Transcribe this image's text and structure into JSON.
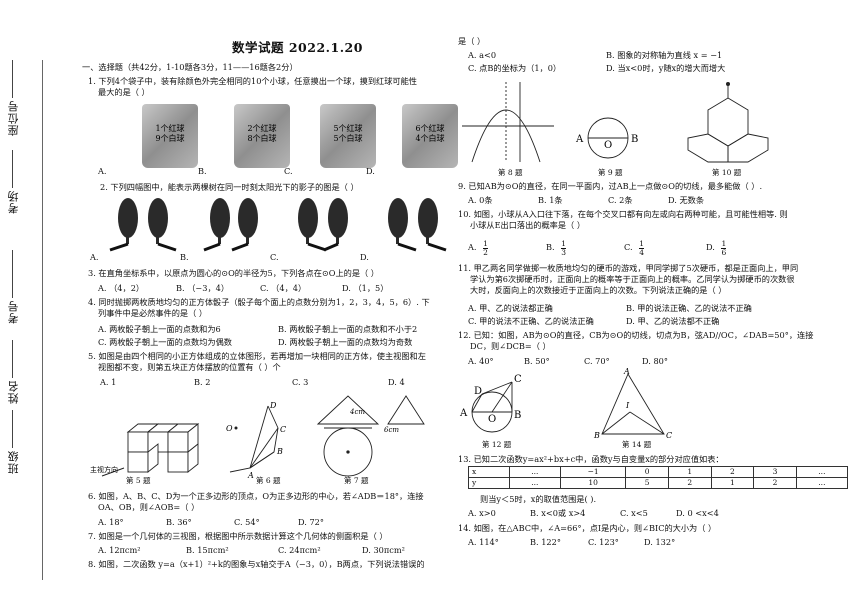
{
  "side": {
    "seat": "座位号",
    "room": "考场",
    "number": "考号",
    "name": "姓名",
    "class": "班级"
  },
  "title": "数学试题  2022.1.20",
  "section1": "一、选择题（共42分，1-10题各3分，11——16题各2分）",
  "q1": {
    "text1": "1. 下列4个袋子中，装有除颜色外完全相同的10个小球，任意摸出一个球，摸到红球可能性",
    "text2": "最大的是（    ）",
    "bags": [
      {
        "l1": "1个红球",
        "l2": "9个白球"
      },
      {
        "l1": "2个红球",
        "l2": "8个白球"
      },
      {
        "l1": "5个红球",
        "l2": "5个白球"
      },
      {
        "l1": "6个红球",
        "l2": "4个白球"
      }
    ],
    "opts": [
      "A.",
      "B.",
      "C.",
      "D."
    ]
  },
  "q2": {
    "text": "2. 下列四幅图中，能表示两棵树在同一时刻太阳光下的影子的图是（      ）",
    "opts": [
      "A.",
      "B.",
      "C.",
      "D."
    ]
  },
  "q3": {
    "text": "3. 在直角坐标系中，以原点为圆心的⊙O的半径为5，下列各点在⊙O上的是（    ）",
    "opts": [
      "A. （4，2）",
      "B. （−3，4）",
      "C. （4，4）",
      "D. （1，5）"
    ]
  },
  "q4": {
    "text1": "4. 同时抛掷两枚质地均匀的正方体骰子（骰子每个面上的点数分别为1，2，3，4，5，6）. 下",
    "text2": "列事件中是必然事件的是（    ）",
    "opts": [
      "A. 两枚骰子朝上一面的点数和为6",
      "B. 两枚骰子朝上一面的点数和不小于2",
      "C. 两枚骰子朝上一面的点数均为偶数",
      "D. 两枚骰子朝上一面的点数均为奇数"
    ]
  },
  "q5": {
    "text1": "5. 如图是由四个相同的小正方体组成的立体图形，若再增加一块相同的正方体，使主视图和左",
    "text2": "视图都不变，则第五块正方体摆放的位置有（    ）个",
    "opts": [
      "A. 1",
      "B. 2",
      "C. 3",
      "D. 4"
    ]
  },
  "figs_left": {
    "main_dir": "主视方向",
    "cap5": "第 5 题",
    "cap6": "第 6 题",
    "cap7": "第 7 题",
    "d4cm": "4cm",
    "d6cm": "6cm",
    "pA": "A",
    "pB": "B",
    "pC": "C",
    "pD": "D",
    "pO": "O"
  },
  "q6": {
    "text1": "6. 如图，A、B、C、D为一个正多边形的顶点，O为正多边形的中心，若∠ADB＝18°，连接",
    "text2": "OA、OB，则∠AOB=（      ）",
    "opts": [
      "A.  18°",
      "B.  36°",
      "C.  54°",
      "D. 72°"
    ]
  },
  "q7": {
    "text": "7. 如图是一个几何体的三视图，根据图中所示数据计算这个几何体的侧面积是（    ）",
    "opts": [
      "A. 12πcm²",
      "B. 15πcm²",
      "C. 24πcm²",
      "D. 30πcm²"
    ]
  },
  "q8": {
    "text": "8. 如图，二次函数 y=a（x+1）²+k的图象与x轴交于A（−3，0），B两点，下列说法错误的",
    "cont": "是（    ）",
    "opts": [
      "A.  a<0",
      "B. 图象的对称轴为直线 x = −1",
      "C. 点B的坐标为（1，0）",
      "D. 当x<0时，y随x的增大而增大"
    ]
  },
  "figs_right": {
    "cap8": "第 8 题",
    "cap9": "第 9 题",
    "cap10": "第 10 题",
    "cap12": "第 12 题",
    "cap14": "第 14 题"
  },
  "q9": {
    "text": "9. 已知AB为⊙O的直径，在同一平面内，过AB上一点做⊙O的切线，最多能做（    ）.",
    "opts": [
      "A.  0条",
      "B.  1条",
      "C.  2条",
      "D. 无数条"
    ]
  },
  "q10": {
    "text1": "10. 如图，小球从A入口往下落，在每个交叉口都有向左或向右两种可能，且可能性相等. 则",
    "text2": "小球从E出口落出的概率是（    ）",
    "opts": [
      "A.",
      "B.",
      "C.",
      "D."
    ],
    "fr": [
      {
        "n": "1",
        "d": "2"
      },
      {
        "n": "1",
        "d": "3"
      },
      {
        "n": "1",
        "d": "4"
      },
      {
        "n": "1",
        "d": "6"
      }
    ]
  },
  "q11": {
    "text1": "11. 甲乙两名同学做掷一枚质地均匀的硬币的游戏，甲同学掷了5次硬币，都是正面向上，甲同",
    "text2": "学认为第6次掷硬币时，正面向上的概率等于正面向上的概率。乙同学认为掷硬币的次数很",
    "text3": "大时，反面向上的次数接近于正面向上的次数。下列说法正确的是（    ）",
    "opts": [
      "A. 甲、乙的说法都正确",
      "B. 甲的说法正确、乙的说法不正确",
      "C. 甲的说法不正确、乙的说法正确",
      "D. 甲、乙的说法都不正确"
    ]
  },
  "q12": {
    "text1": "12. 已知：如图，AB为⊙O的直径，CB为⊙O的切线，切点为B，弦AD//OC，∠DAB=50°，连接",
    "text2": "DC，则∠DCB=（    ）",
    "opts": [
      "A. 40°",
      "B.  50°",
      "C.  70°",
      "D.  80°"
    ]
  },
  "q13": {
    "text": "13. 已知二次函数y=ax²+bx+c中，函数y与自变量x的部分对应值如表：",
    "row_x": [
      "x",
      "...",
      "−1",
      "0",
      "1",
      "2",
      "3",
      "..."
    ],
    "row_y": [
      "y",
      "...",
      "10",
      "5",
      "2",
      "1",
      "2",
      "..."
    ],
    "text2": "则当y＜5时，x的取值范围是(       ).",
    "opts": [
      "A.  x>0",
      "B.  x<0或 x>4",
      "C.  x<5",
      "D.  0 <x<4"
    ]
  },
  "q14": {
    "text": "14. 如图，在△ABC中，∠A=66°，点I是内心，则∠BIC的大小为（    ）",
    "opts": [
      "A.  114°",
      "B.  122°",
      "C.  123°",
      "D.  132°"
    ]
  }
}
